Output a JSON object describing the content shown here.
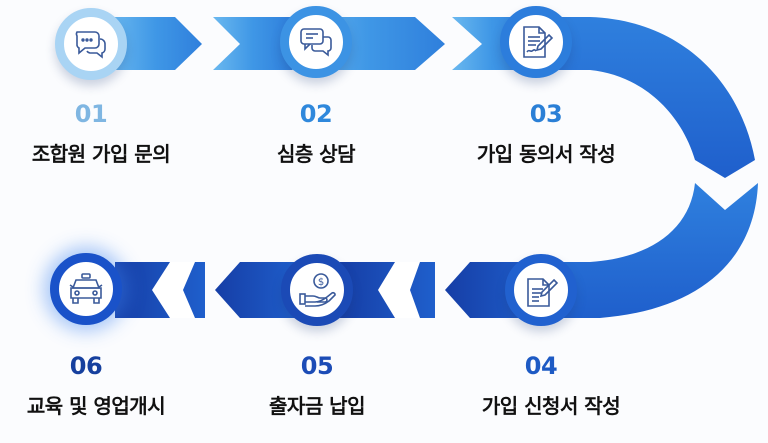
{
  "colors": {
    "step1": "#62b3ee",
    "step2": "#3f97e6",
    "step3": "#2f80de",
    "step4": "#1f5fcc",
    "step5": "#1c4db8",
    "step6": "#163ea6",
    "icon_stroke": "#3a5a9a",
    "label": "#111111"
  },
  "steps": [
    {
      "number": "01",
      "label": "조합원 가입 문의",
      "icon": "chat-bubbles-icon"
    },
    {
      "number": "02",
      "label": "심층 상담",
      "icon": "message-bubbles-icon"
    },
    {
      "number": "03",
      "label": "가입 동의서 작성",
      "icon": "document-signature-icon"
    },
    {
      "number": "04",
      "label": "가입 신청서 작성",
      "icon": "document-pen-icon"
    },
    {
      "number": "05",
      "label": "출자금 납입",
      "icon": "hand-coin-icon"
    },
    {
      "number": "06",
      "label": "교육 및 영업개시",
      "icon": "taxi-icon"
    }
  ]
}
